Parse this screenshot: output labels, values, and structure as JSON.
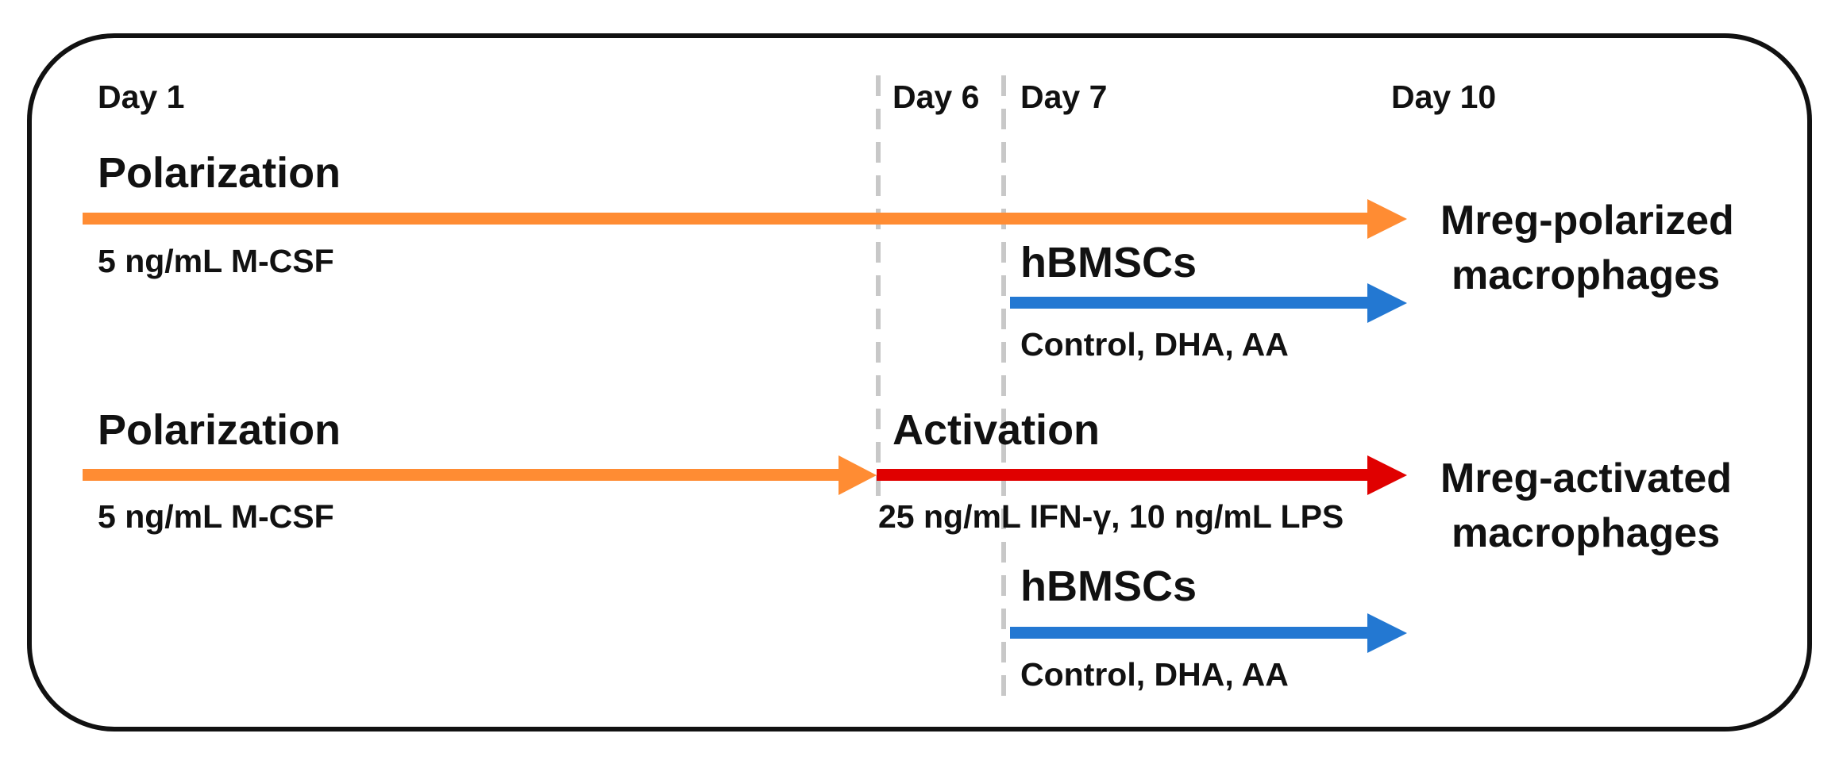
{
  "days": {
    "day1": "Day 1",
    "day6": "Day 6",
    "day7": "Day 7",
    "day10": "Day 10"
  },
  "row1": {
    "stage_label": "Polarization",
    "stage_detail": "5 ng/mL M-CSF",
    "coculture_label": "hBMSCs",
    "coculture_detail": "Control, DHA,  AA",
    "outcome_line1": "Mreg-polarized",
    "outcome_line2": "macrophages"
  },
  "row2": {
    "stage_label": "Polarization",
    "stage_detail": "5 ng/mL M-CSF",
    "activation_label": "Activation",
    "activation_detail": "25 ng/mL IFN-γ, 10 ng/mL LPS",
    "coculture_label": "hBMSCs",
    "coculture_detail": "Control, DHA,  AA",
    "outcome_line1": "Mreg-activated",
    "outcome_line2": "macrophages"
  },
  "colors": {
    "polarization": "#FF8C33",
    "activation": "#E00000",
    "coculture": "#2378D2",
    "divider": "#C8C8C8"
  }
}
